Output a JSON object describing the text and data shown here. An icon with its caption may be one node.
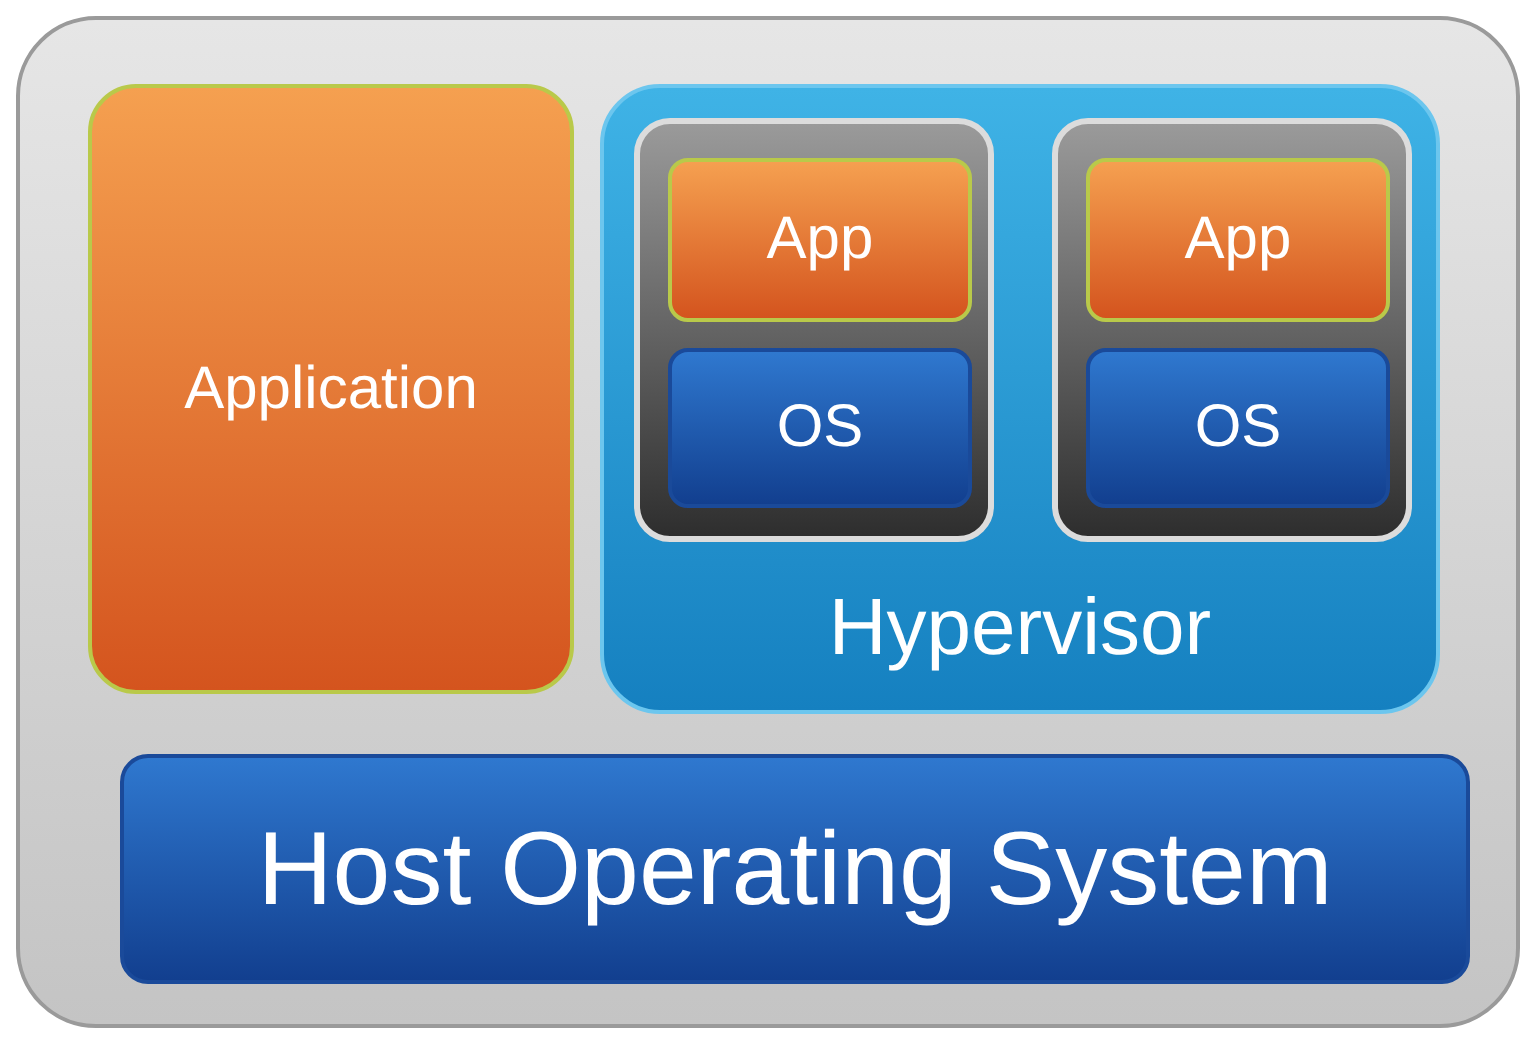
{
  "diagram": {
    "nodes": [
      {
        "text": [],
        "shape": "box"
      },
      {
        "text": [
          "Application"
        ],
        "in": 0
      },
      {
        "text": [
          "Hypervisor"
        ],
        "in": 0
      },
      {
        "text": [],
        "shape": "box",
        "in": 2
      },
      {
        "text": [
          "App"
        ],
        "in": 3
      },
      {
        "text": [
          "OS"
        ],
        "in": 3
      },
      {
        "text": [],
        "shape": "box",
        "in": 2
      },
      {
        "text": [
          "App"
        ],
        "in": 6
      },
      {
        "text": [
          "OS"
        ],
        "in": 6
      },
      {
        "text": [
          "Host Operating System"
        ],
        "in": 0
      }
    ]
  }
}
